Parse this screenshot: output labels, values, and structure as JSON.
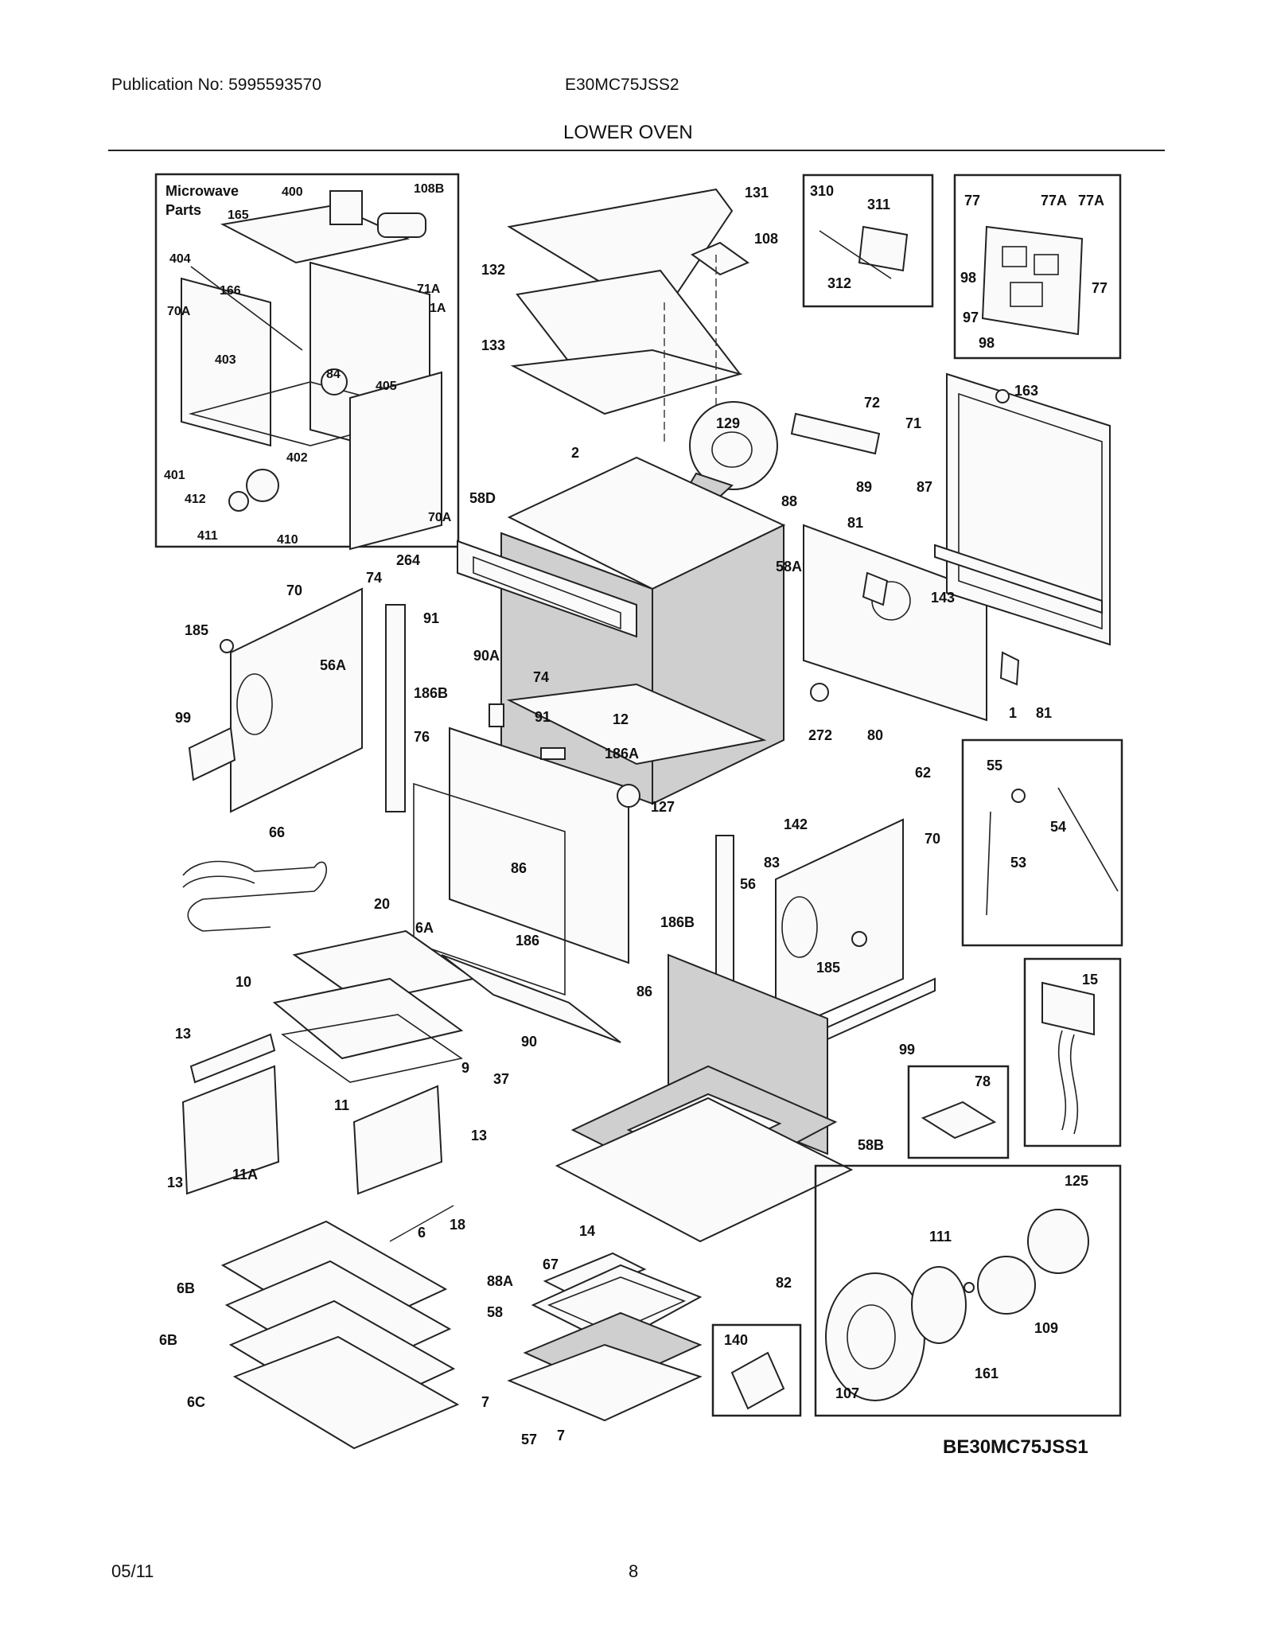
{
  "header": {
    "publication": "Publication No: 5995593570",
    "model": "E30MC75JSS2",
    "section": "LOWER OVEN"
  },
  "footer": {
    "date": "05/11",
    "page": "8",
    "diagram_ref": "BE30MC75JSS1"
  },
  "inset_titles": {
    "microwave_line1": "Microwave",
    "microwave_line2": "Parts"
  },
  "parts": {
    "microwave": [
      "400",
      "108B",
      "165",
      "404",
      "166",
      "71A",
      "70A",
      "1A",
      "403",
      "84",
      "405",
      "401",
      "402",
      "412",
      "411",
      "410",
      "70A"
    ],
    "top": [
      "131",
      "108",
      "132",
      "133",
      "129",
      "2",
      "72",
      "89",
      "88",
      "58D",
      "264",
      "74",
      "91",
      "90A",
      "58A",
      "70",
      "185",
      "56A",
      "99",
      "186B",
      "74",
      "91",
      "12",
      "76",
      "186A",
      "127",
      "81",
      "143",
      "87",
      "71",
      "163",
      "1",
      "81",
      "272",
      "80",
      "62",
      "142",
      "83",
      "56",
      "70",
      "185",
      "86",
      "86",
      "186B",
      "186",
      "20",
      "6A",
      "10",
      "66",
      "9",
      "90",
      "37",
      "99",
      "58B",
      "78",
      "13",
      "11",
      "13",
      "11A",
      "13",
      "14",
      "82",
      "18",
      "6",
      "88A",
      "67",
      "58",
      "7",
      "57",
      "7",
      "6B",
      "6B",
      "6C",
      "140",
      "125",
      "111",
      "109",
      "161",
      "107"
    ],
    "board_inset": [
      "310",
      "311",
      "312"
    ],
    "control_inset": [
      "77",
      "77A",
      "77A",
      "77",
      "98",
      "97",
      "98"
    ],
    "sensor_inset": [
      "55",
      "54",
      "53"
    ],
    "module_inset": [
      "15"
    ]
  }
}
